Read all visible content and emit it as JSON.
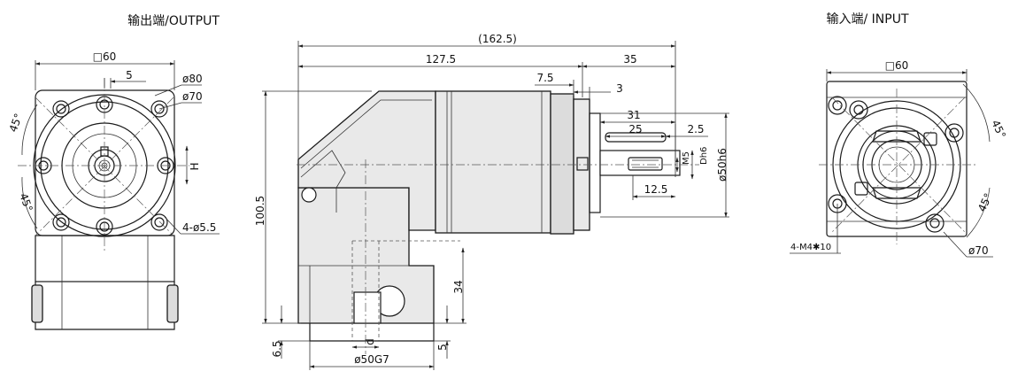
{
  "titles": {
    "output": "输出端/OUTPUT",
    "input": "输入端/ INPUT"
  },
  "output_view": {
    "square": "□60",
    "bolt_offset": "5",
    "d80": "ø80",
    "d70": "ø70",
    "angle_top": "45°",
    "angle_bottom": "45°",
    "holes": "4-ø5.5",
    "height": "H"
  },
  "side_view": {
    "total_length": "(162.5)",
    "body_length": "127.5",
    "shaft_length": "35",
    "flange_offset": "7.5",
    "flange_step": "3",
    "shaft_span": "31",
    "key_length": "25",
    "key_offset": "2.5",
    "thread": "M5",
    "shaft_dia": "Dh6",
    "spigot": "ø50h6",
    "key_end": "12.5",
    "height": "100.5",
    "bore_height": "34",
    "base_offset": "6.5",
    "base_step": "5",
    "bore_dia": "ø50G7",
    "bore_label": "d"
  },
  "input_view": {
    "square": "□60",
    "angle_top": "45°",
    "angle_bottom": "45°",
    "holes": "4-M4✱10",
    "pcd": "ø70"
  }
}
